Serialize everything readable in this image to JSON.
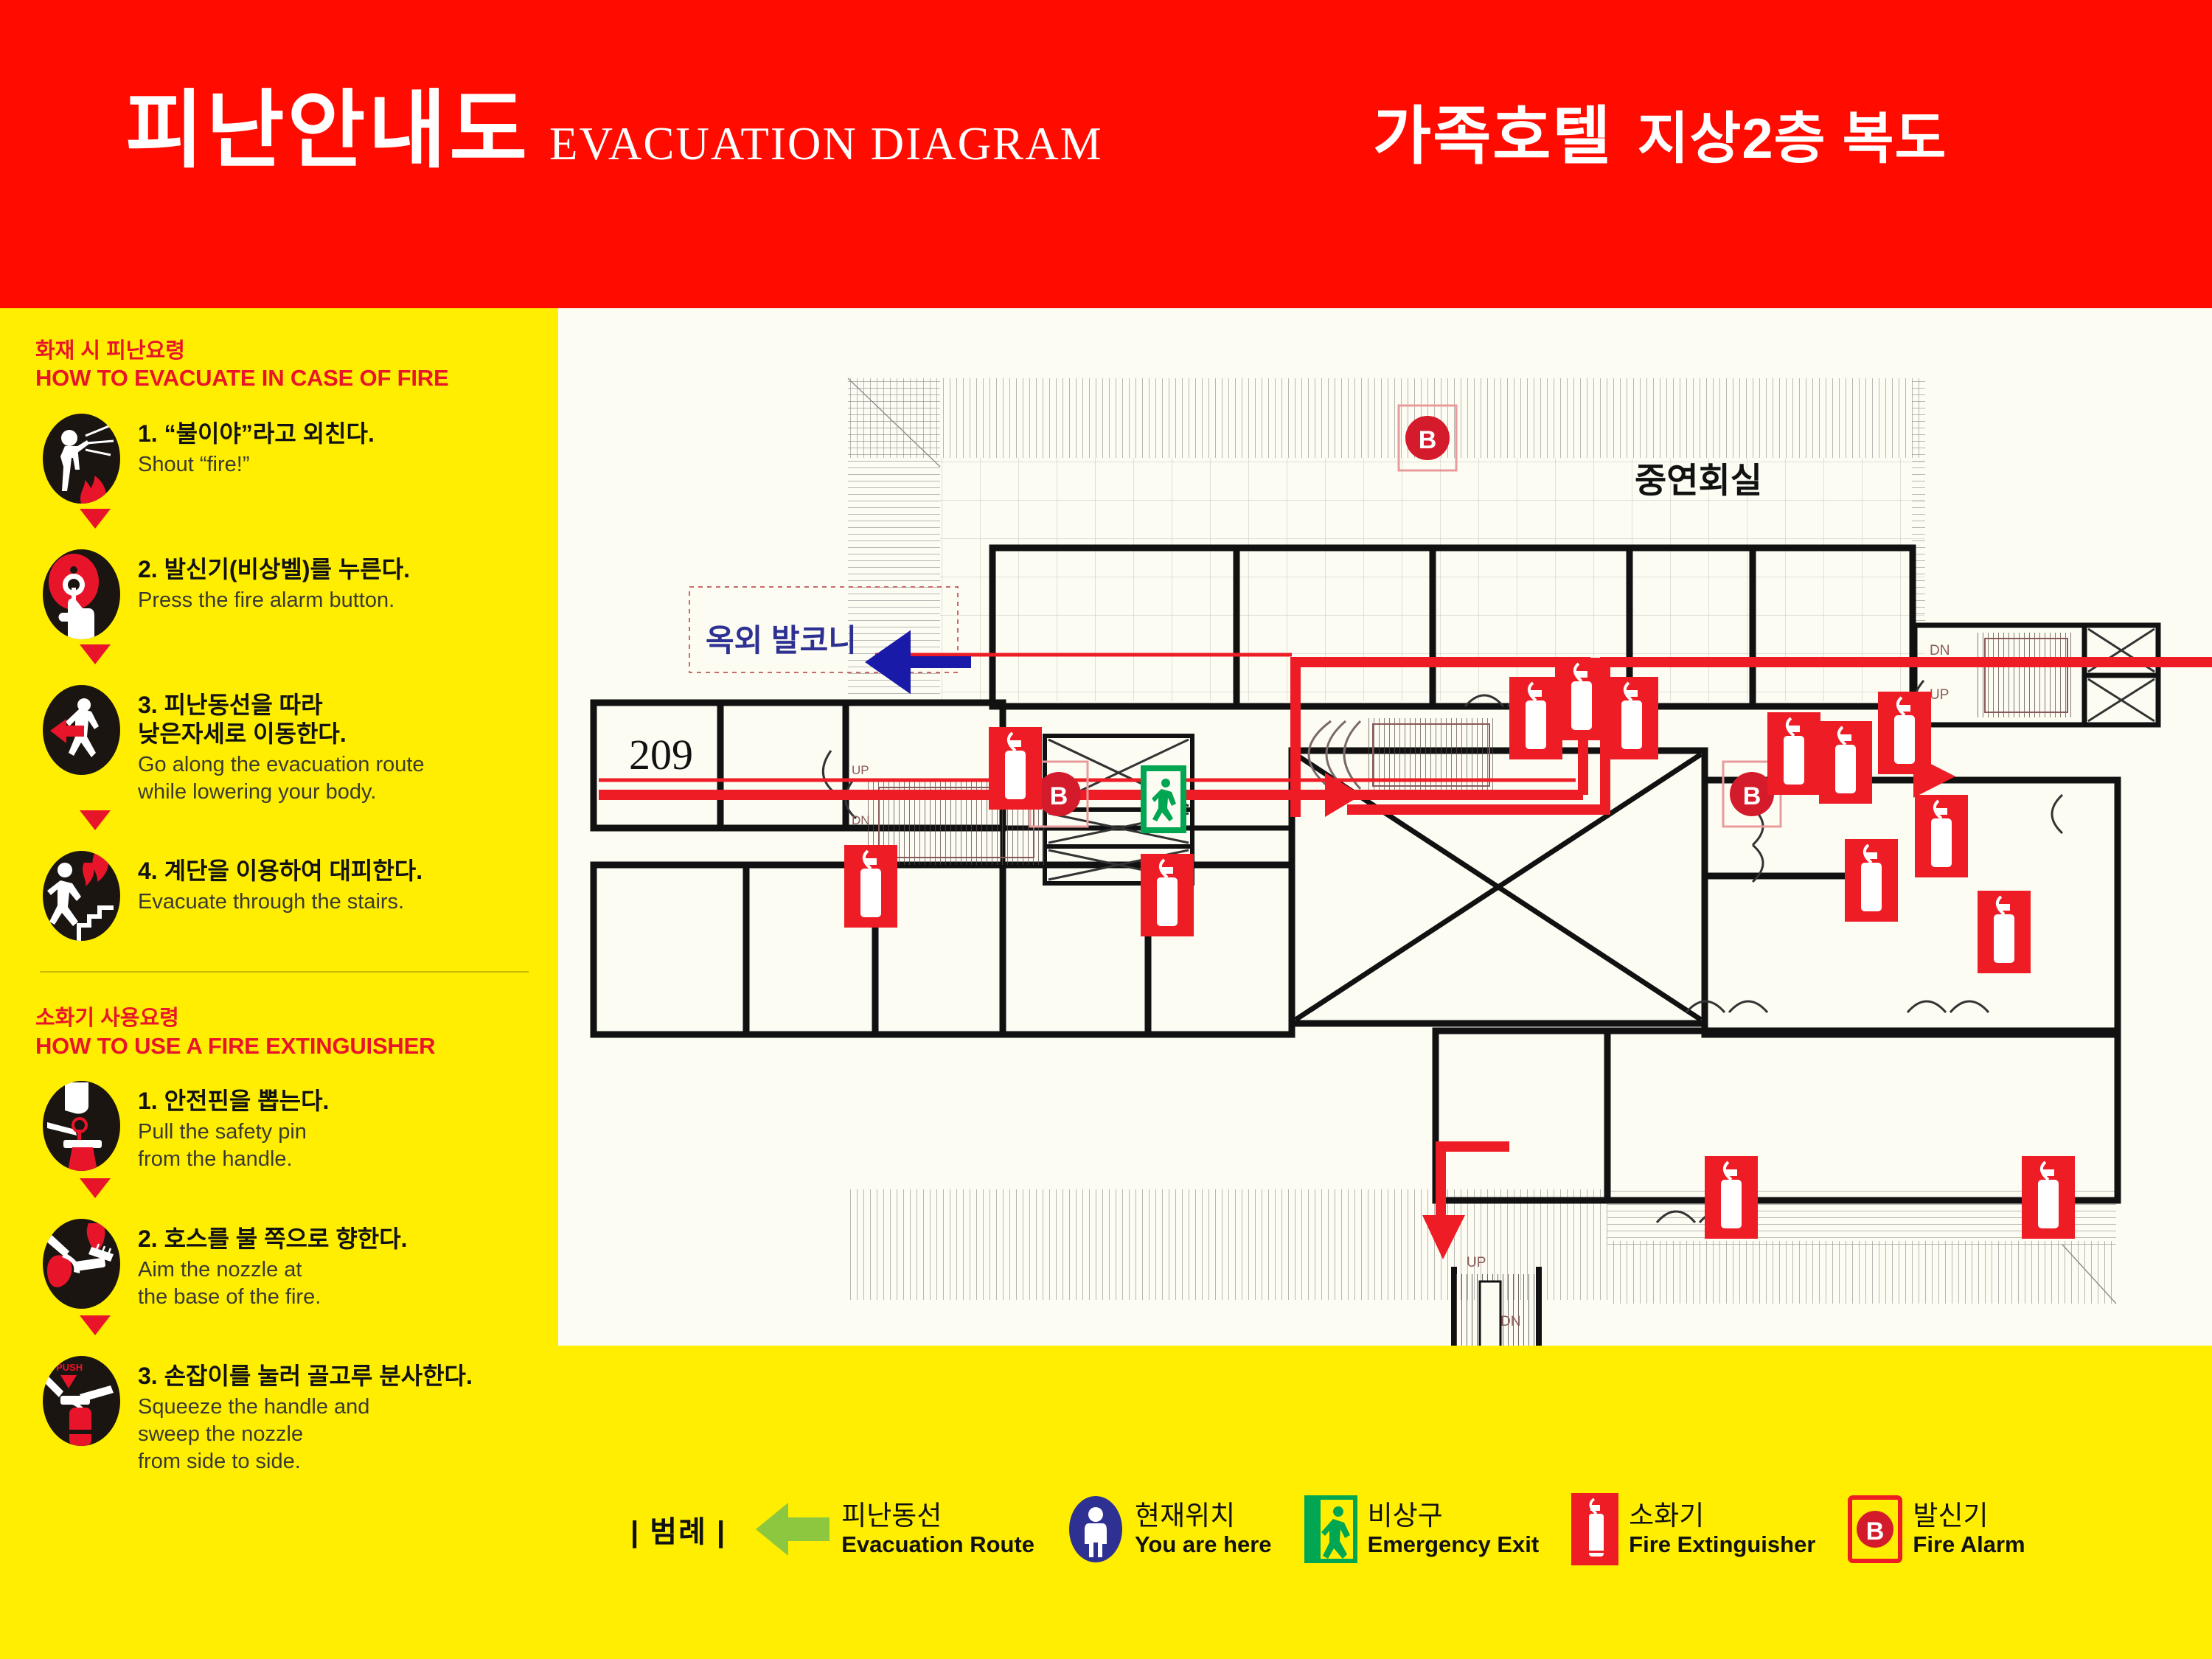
{
  "header": {
    "title_ko": "피난안내도",
    "title_en": "EVACUATION DIAGRAM",
    "building_ko": "가족호텔",
    "floor_ko": "지상2층 복도"
  },
  "sidebar": {
    "fire_section": {
      "heading_ko": "화재 시 피난요령",
      "heading_en": "HOW TO EVACUATE IN CASE OF FIRE",
      "steps": [
        {
          "icon": "shout-fire-icon",
          "ko": "1. “불이야”라고 외친다.",
          "en": "Shout “fire!”"
        },
        {
          "icon": "press-alarm-icon",
          "ko": "2. 발신기(비상벨)를 누른다.",
          "en": "Press the fire alarm button."
        },
        {
          "icon": "evacuation-route-icon",
          "ko": "3. 피난동선을 따라\n낮은자세로 이동한다.",
          "en": "Go along the evacuation route\nwhile lowering your body."
        },
        {
          "icon": "use-stairs-icon",
          "ko": "4. 계단을 이용하여 대피한다.",
          "en": "Evacuate through the stairs."
        }
      ]
    },
    "extinguisher_section": {
      "heading_ko": "소화기 사용요령",
      "heading_en": "HOW TO USE A FIRE EXTINGUISHER",
      "steps": [
        {
          "icon": "pull-pin-icon",
          "ko": "1. 안전핀을 뽑는다.",
          "en": "Pull the safety pin\nfrom the handle."
        },
        {
          "icon": "aim-nozzle-icon",
          "ko": "2. 호스를 불 쪽으로 향한다.",
          "en": "Aim the nozzle at\nthe base of the fire."
        },
        {
          "icon": "squeeze-handle-icon",
          "ko": "3. 손잡이를 눌러 골고루 분사한다.",
          "en": "Squeeze the handle and\nsweep the nozzle\nfrom side to side."
        }
      ]
    }
  },
  "map": {
    "room_number": "209",
    "hall_label": "중연회실",
    "balcony_label": "옥외 발코니",
    "stair_down_label": "DN",
    "stair_up_label": "UP",
    "alarm_marker": "B"
  },
  "legend": {
    "title": "| 범례 |",
    "items": [
      {
        "icon": "evacuation-route-arrow-icon",
        "ko": "피난동선",
        "en": "Evacuation Route"
      },
      {
        "icon": "you-are-here-icon",
        "ko": "현재위치",
        "en": "You are here"
      },
      {
        "icon": "emergency-exit-icon",
        "ko": "비상구",
        "en": "Emergency Exit"
      },
      {
        "icon": "fire-extinguisher-icon",
        "ko": "소화기",
        "en": "Fire Extinguisher"
      },
      {
        "icon": "fire-alarm-icon",
        "ko": "발신기",
        "en": "Fire Alarm"
      }
    ]
  },
  "colors": {
    "banner_red": "#FF0B00",
    "sidebar_yellow": "#FFEE00",
    "heading_red": "#E8152A",
    "route_red": "#EE1C25",
    "exit_green": "#00A651",
    "legend_green": "#8DC63F",
    "here_blue": "#2E3192",
    "map_bg": "#FCFCF3"
  }
}
